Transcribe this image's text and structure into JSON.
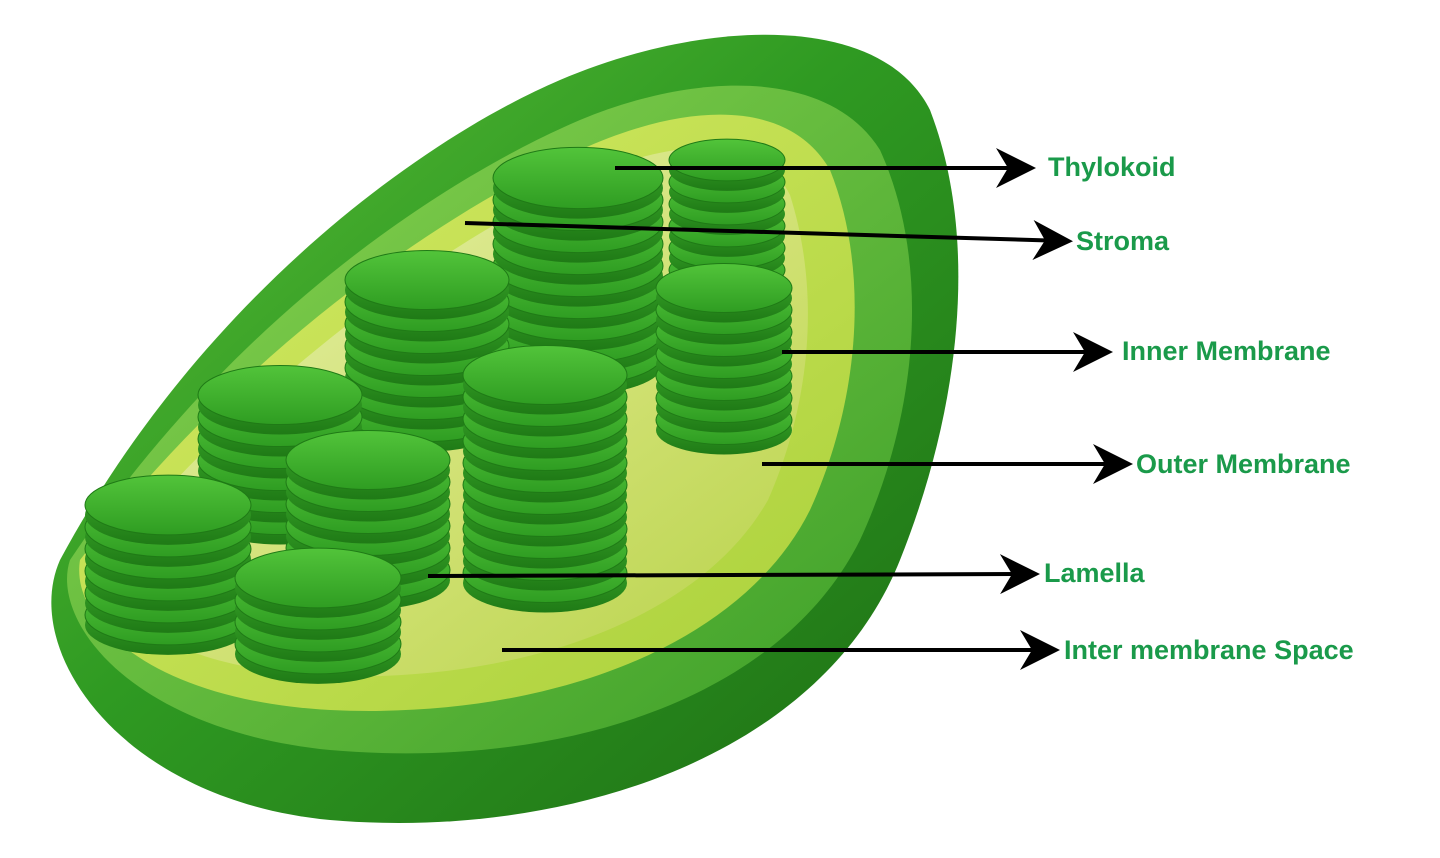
{
  "labels": {
    "thylakoid": "Thylokoid",
    "stroma": "Stroma",
    "inner_membrane": "Inner Membrane",
    "outer_membrane": "Outer Membrane",
    "lamella": "Lamella",
    "intermembrane_space": "Inter membrane Space"
  },
  "colors": {
    "label_text": "#1a9a4a",
    "arrow": "#000000",
    "outer_membrane": "#2e8f1e",
    "inner_membrane": "#c7e24a",
    "stroma": "#e0ec9a",
    "granum_top": "#3bb52a",
    "granum_side": "#2a8a1c"
  }
}
